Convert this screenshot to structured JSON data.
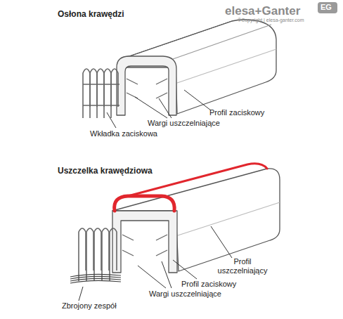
{
  "diagram": {
    "labels": [
      "Osłona krawędzi",
      "Profil zaciskowy",
      "Wargi uszczelniające",
      "Wkładka zaciskowa",
      "Uszczelka krawędziowa",
      "Profil uszczelniający",
      "Profil zaciskowy",
      "Wargi uszczelniające",
      "Zbrojony zespół",
      "elesa+Ganter",
      "EG",
      "©Copyright | elesa-ganter.com"
    ]
  }
}
